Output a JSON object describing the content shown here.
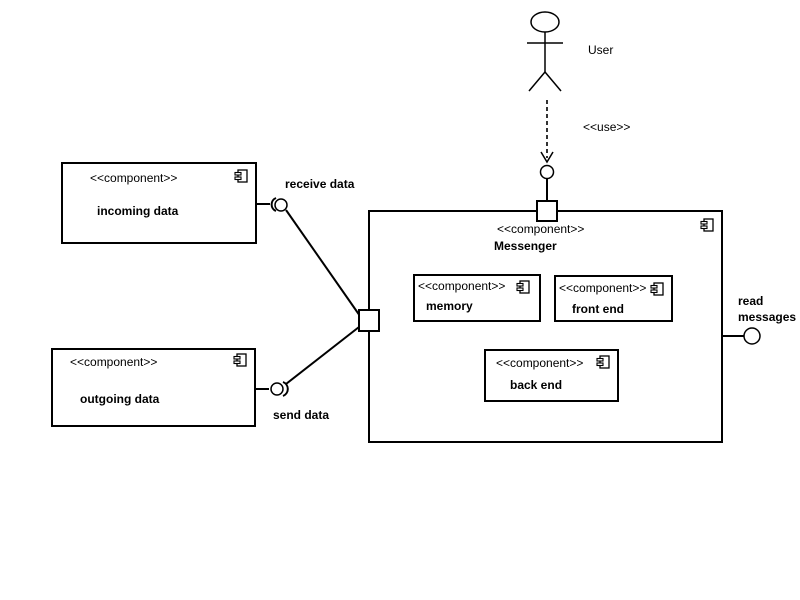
{
  "actor": {
    "name": "User"
  },
  "use_label": "<<use>>",
  "stereotype": "<<component>>",
  "components": {
    "incoming": {
      "name": "incoming data"
    },
    "outgoing": {
      "name": "outgoing data"
    },
    "messenger": {
      "name": "Messenger",
      "parts": {
        "memory": {
          "name": "memory"
        },
        "front_end": {
          "name": "front end"
        },
        "back_end": {
          "name": "back end"
        }
      }
    }
  },
  "interfaces": {
    "receive": "receive data",
    "send": "send data",
    "read_line1": "read",
    "read_line2": "messages"
  }
}
